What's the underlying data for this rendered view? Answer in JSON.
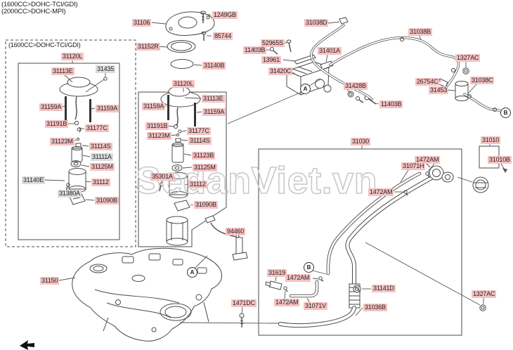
{
  "header": {
    "line1": "(1600CC>DOHC-TCI/GDI)",
    "line2": "(2000CC>DOHC-MPI)"
  },
  "left_box": {
    "title": "(1600CC>DOHC-TCI/GDI)"
  },
  "watermark": {
    "text": "SedanViet.vn"
  },
  "connectors": {
    "a": "A",
    "b": "B"
  },
  "colors": {
    "highlight_pink": "#f6c2c2",
    "highlight_gray": "#dcdcdc",
    "line_art": "#4a4a4a",
    "watermark_outline": "#c9c9c9"
  },
  "parts": {
    "1249GB": "1249GB",
    "31106": "31106",
    "85744": "85744",
    "31152R": "31152R",
    "31140B": "31140B",
    "31120L": "31120L",
    "31113E": "31113E",
    "31435": "31435",
    "31159A": "31159A",
    "31191B": "31191B",
    "31177C": "31177C",
    "31123M": "31123M",
    "31114S": "31114S",
    "31111A": "31111A",
    "31125M": "31125M",
    "31140E": "31140E",
    "31112": "31112",
    "31380A": "31380A",
    "31090B": "31090B",
    "31123B": "31123B",
    "35301A": "35301A",
    "94460": "94460",
    "31150": "31150",
    "31038D": "31038D",
    "52965S": "52965S",
    "11403B": "11403B",
    "13961": "13961",
    "31420C": "31420C",
    "31401A": "31401A",
    "31428B": "31428B",
    "31038B": "31038B",
    "1327AC": "1327AC",
    "26754C": "26754C",
    "31453": "31453",
    "31038C": "31038C",
    "31030": "31030",
    "31010": "31010",
    "31010B": "31010B",
    "1472AM": "1472AM",
    "31071H": "31071H",
    "31619": "31619",
    "31141D": "31141D",
    "1471DC": "1471DC",
    "31071V": "31071V",
    "31036B": "31036B"
  }
}
